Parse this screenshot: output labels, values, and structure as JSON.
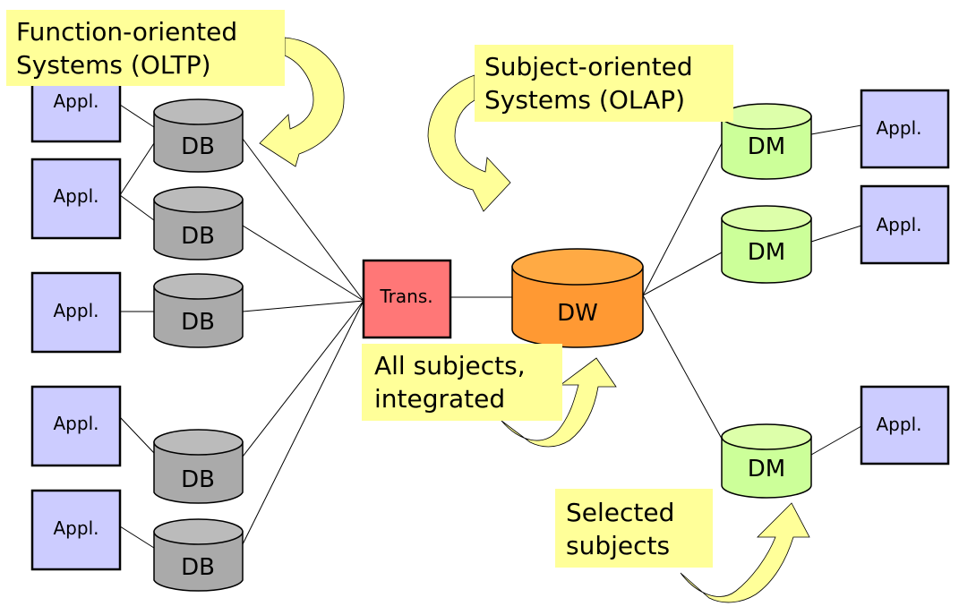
{
  "notes": {
    "oltp": [
      "Function-oriented",
      "Systems (OLTP)"
    ],
    "olap": [
      "Subject-oriented",
      "Systems (OLAP)"
    ],
    "integrated": [
      "All subjects,",
      "integrated"
    ],
    "selected": [
      "Selected",
      "subjects"
    ]
  },
  "nodes": {
    "appl_label": "Appl.",
    "db_label": "DB",
    "dm_label": "DM",
    "dw_label": "DW",
    "trans_label": "Trans."
  },
  "colors": {
    "appl_fill": "#ccccff",
    "db_fill": "#aaaaaa",
    "dm_fill": "#ccff99",
    "dw_fill": "#ff9933",
    "trans_fill": "#ff7777",
    "note_fill": "#ffff99"
  }
}
